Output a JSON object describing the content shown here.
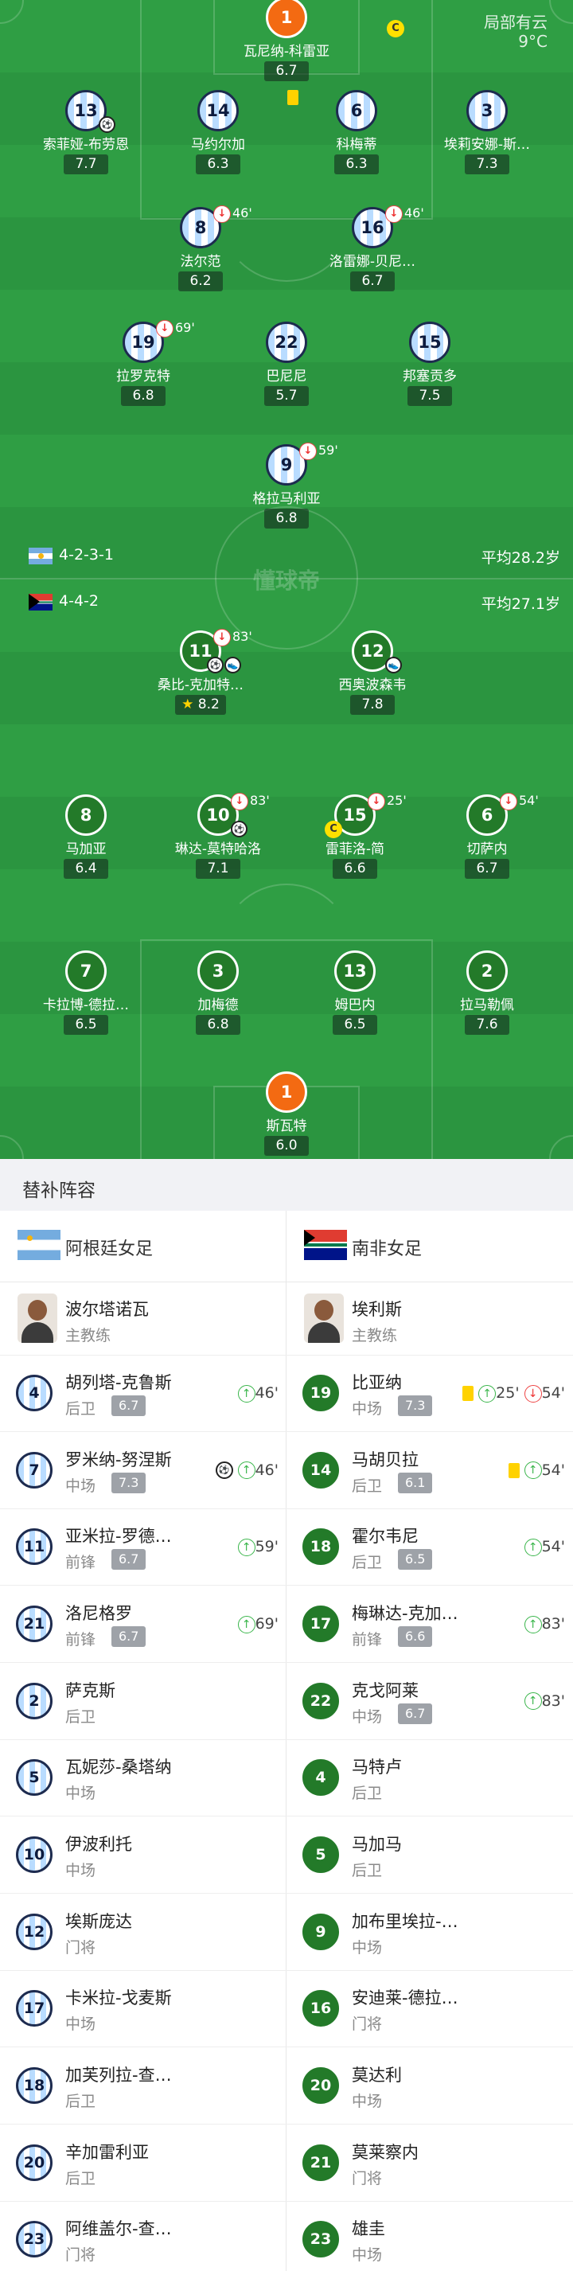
{
  "weather": {
    "condition": "局部有云",
    "temp": "9°C"
  },
  "home": {
    "formation": "4-2-3-1",
    "avg_age": "平均28.2岁",
    "players": [
      {
        "number": "1",
        "name": "瓦尼纳-科雷亚",
        "rating": "6.7"
      },
      {
        "number": "13",
        "name": "索菲娅-布劳恩",
        "rating": "7.7"
      },
      {
        "number": "14",
        "name": "马约尔加",
        "rating": "6.3"
      },
      {
        "number": "6",
        "name": "科梅蒂",
        "rating": "6.3"
      },
      {
        "number": "3",
        "name": "埃莉安娜-斯…",
        "rating": "7.3"
      },
      {
        "number": "8",
        "name": "法尔范",
        "rating": "6.2",
        "sub_minute": "46'"
      },
      {
        "number": "16",
        "name": "洛雷娜-贝尼…",
        "rating": "6.7",
        "sub_minute": "46'"
      },
      {
        "number": "19",
        "name": "拉罗克特",
        "rating": "6.8",
        "sub_minute": "69'"
      },
      {
        "number": "22",
        "name": "巴尼尼",
        "rating": "5.7"
      },
      {
        "number": "15",
        "name": "邦塞贡多",
        "rating": "7.5"
      },
      {
        "number": "9",
        "name": "格拉马利亚",
        "rating": "6.8",
        "sub_minute": "59'"
      }
    ]
  },
  "away": {
    "formation": "4-4-2",
    "avg_age": "平均27.1岁",
    "players": [
      {
        "number": "11",
        "name": "桑比-克加特…",
        "rating": "8.2",
        "sub_minute": "83'"
      },
      {
        "number": "12",
        "name": "西奥波森韦",
        "rating": "7.8"
      },
      {
        "number": "8",
        "name": "马加亚",
        "rating": "6.4"
      },
      {
        "number": "10",
        "name": "琳达-莫特哈洛",
        "rating": "7.1",
        "sub_minute": "83'"
      },
      {
        "number": "15",
        "name": "雷菲洛-简",
        "rating": "6.6",
        "sub_minute": "25'"
      },
      {
        "number": "6",
        "name": "切萨内",
        "rating": "6.7",
        "sub_minute": "54'"
      },
      {
        "number": "7",
        "name": "卡拉博-德拉…",
        "rating": "6.5"
      },
      {
        "number": "3",
        "name": "加梅德",
        "rating": "6.8"
      },
      {
        "number": "13",
        "name": "姆巴内",
        "rating": "6.5"
      },
      {
        "number": "2",
        "name": "拉马勒佩",
        "rating": "7.6"
      },
      {
        "number": "1",
        "name": "斯瓦特",
        "rating": "6.0"
      }
    ]
  },
  "watermark": "懂球帝",
  "subs": {
    "title": "替补阵容",
    "home_team": "阿根廷女足",
    "away_team": "南非女足",
    "home_coach": {
      "name": "波尔塔诺瓦",
      "role": "主教练"
    },
    "away_coach": {
      "name": "埃利斯",
      "role": "主教练"
    },
    "home": [
      {
        "number": "4",
        "name": "胡列塔-克鲁斯",
        "pos": "后卫",
        "rating": "6.7",
        "events": "46'"
      },
      {
        "number": "7",
        "name": "罗米纳-努涅斯",
        "pos": "中场",
        "rating": "7.3",
        "events": "46'"
      },
      {
        "number": "11",
        "name": "亚米拉-罗德…",
        "pos": "前锋",
        "rating": "6.7",
        "events": "59'"
      },
      {
        "number": "21",
        "name": "洛尼格罗",
        "pos": "前锋",
        "rating": "6.7",
        "events": "69'"
      },
      {
        "number": "2",
        "name": "萨克斯",
        "pos": "后卫"
      },
      {
        "number": "5",
        "name": "瓦妮莎-桑塔纳",
        "pos": "中场"
      },
      {
        "number": "10",
        "name": "伊波利托",
        "pos": "中场"
      },
      {
        "number": "12",
        "name": "埃斯庞达",
        "pos": "门将"
      },
      {
        "number": "17",
        "name": "卡米拉-戈麦斯",
        "pos": "中场"
      },
      {
        "number": "18",
        "name": "加芙列拉-查…",
        "pos": "后卫"
      },
      {
        "number": "20",
        "name": "辛加雷利亚",
        "pos": "后卫"
      },
      {
        "number": "23",
        "name": "阿维盖尔-查…",
        "pos": "门将"
      }
    ],
    "away": [
      {
        "number": "19",
        "name": "比亚纳",
        "pos": "中场",
        "rating": "7.3",
        "events": "25'",
        "events2": "54'"
      },
      {
        "number": "14",
        "name": "马胡贝拉",
        "pos": "后卫",
        "rating": "6.1",
        "events": "54'"
      },
      {
        "number": "18",
        "name": "霍尔韦尼",
        "pos": "后卫",
        "rating": "6.5",
        "events": "54'"
      },
      {
        "number": "17",
        "name": "梅琳达-克加…",
        "pos": "前锋",
        "rating": "6.6",
        "events": "83'"
      },
      {
        "number": "22",
        "name": "克戈阿莱",
        "pos": "中场",
        "rating": "6.7",
        "events": "83'"
      },
      {
        "number": "4",
        "name": "马特卢",
        "pos": "后卫"
      },
      {
        "number": "5",
        "name": "马加马",
        "pos": "后卫"
      },
      {
        "number": "9",
        "name": "加布里埃拉-…",
        "pos": "中场"
      },
      {
        "number": "16",
        "name": "安迪莱-德拉…",
        "pos": "门将"
      },
      {
        "number": "20",
        "name": "莫达利",
        "pos": "中场"
      },
      {
        "number": "21",
        "name": "莫莱察内",
        "pos": "门将"
      },
      {
        "number": "23",
        "name": "雄圭",
        "pos": "中场"
      }
    ]
  },
  "colors": {
    "pitch": "#2f9e44",
    "away_jersey": "#237a29",
    "gk": "#f36a12",
    "sub_in": "#39b54a",
    "sub_out": "#e33333"
  },
  "icons": [
    "goal-ball-icon",
    "yellow-card-icon",
    "captain-icon",
    "sub-in-arrow-icon",
    "sub-out-arrow-icon",
    "star-icon",
    "flag-argentina-icon",
    "flag-south-africa-icon"
  ]
}
